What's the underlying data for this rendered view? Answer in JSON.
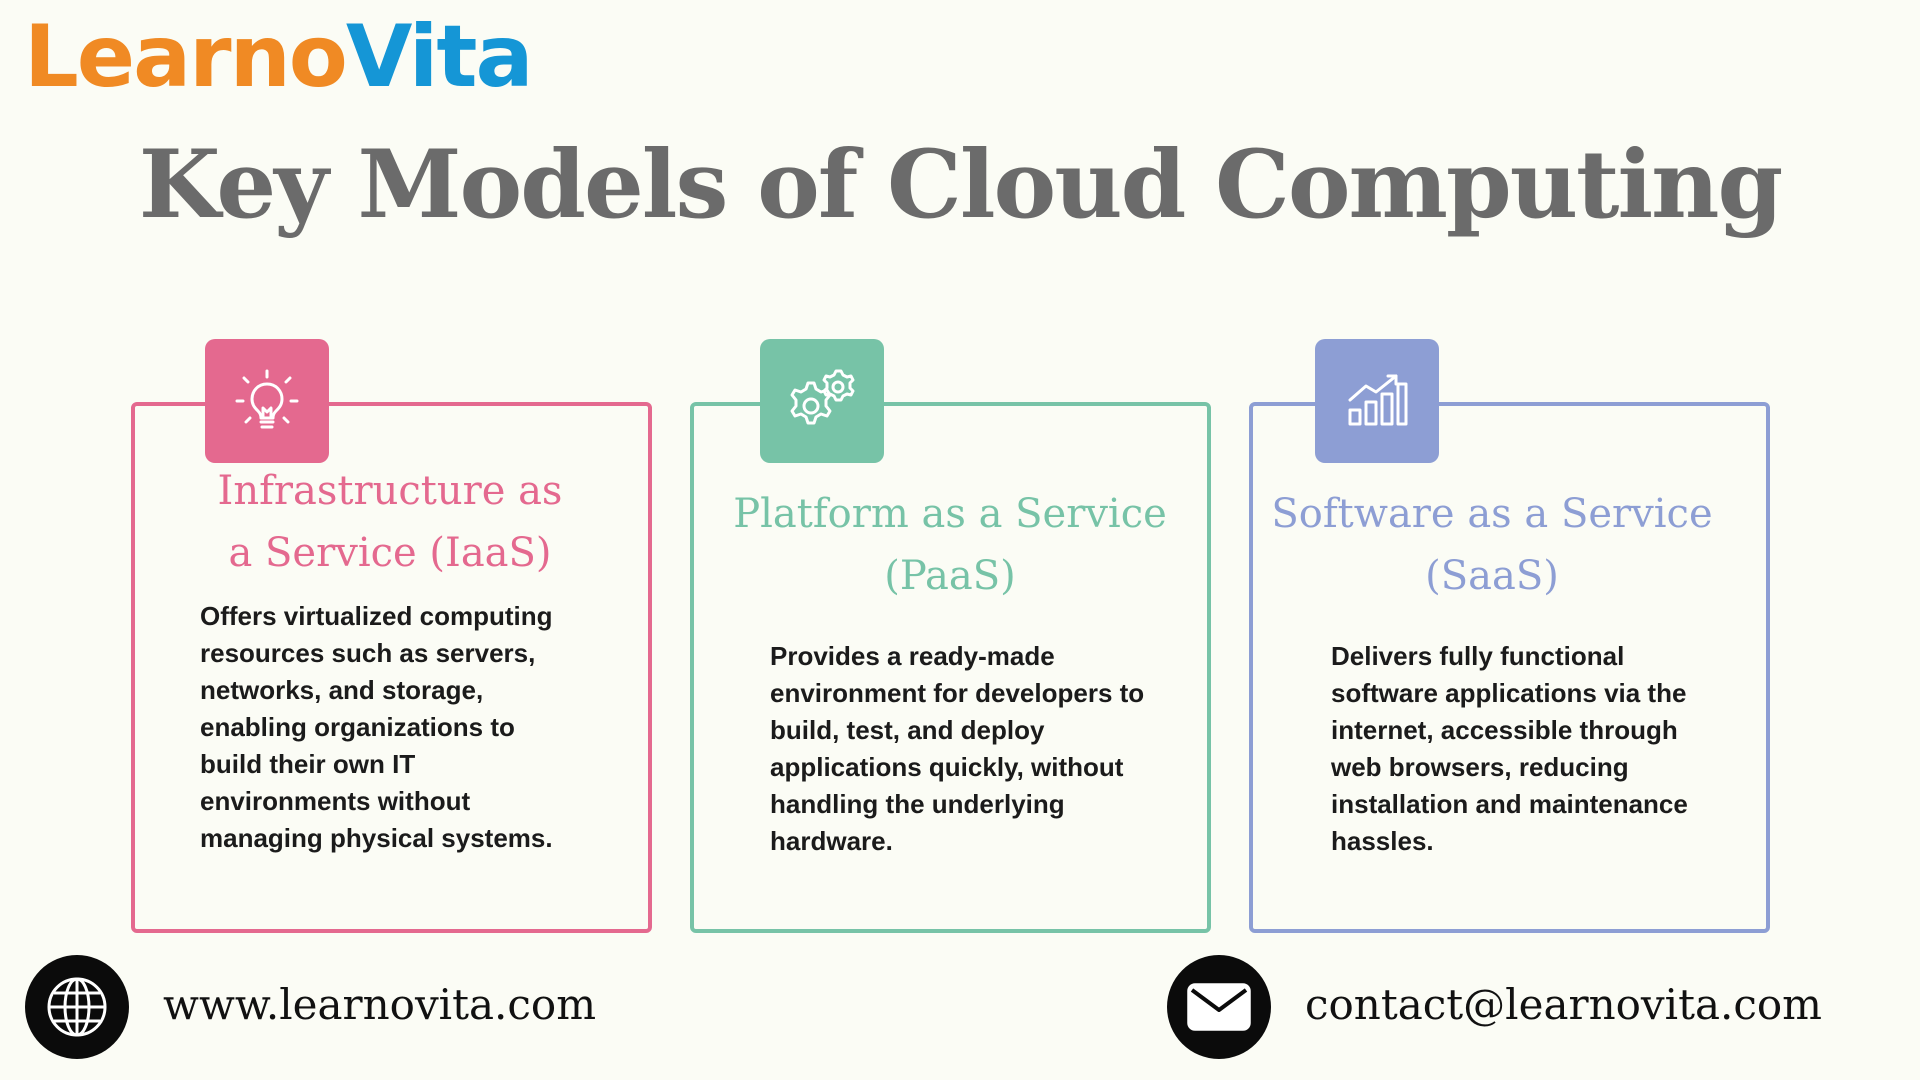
{
  "logo": {
    "part1": "Learno",
    "part2": "Vita"
  },
  "title": "Key Models of Cloud Computing",
  "cards": [
    {
      "icon": "lightbulb-icon",
      "title": "Infrastructure as a Service (IaaS)",
      "description": "Offers virtualized computing resources such as servers, networks, and storage, enabling organizations to build their own IT environments without managing physical systems.",
      "color": "#e4698f"
    },
    {
      "icon": "gears-icon",
      "title": "Platform as a Service (PaaS)",
      "description": "Provides a ready-made environment for developers to build, test, and deploy applications quickly, without handling the underlying hardware.",
      "color": "#77c3a7"
    },
    {
      "icon": "growth-chart-icon",
      "title": "Software as a Service (SaaS)",
      "description": "Delivers fully functional software applications via the internet, accessible through web browsers, reducing installation and maintenance hassles.",
      "color": "#8d9ed4"
    }
  ],
  "footer": {
    "website": "www.learnovita.com",
    "email": "contact@learnovita.com",
    "web_icon": "globe-icon",
    "mail_icon": "envelope-icon"
  }
}
